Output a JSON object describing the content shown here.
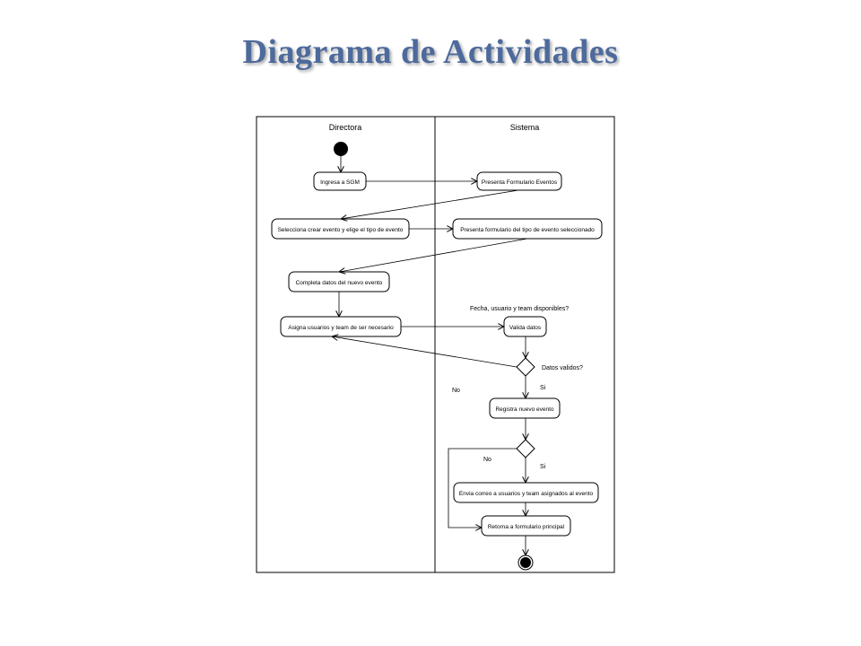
{
  "slide": {
    "title": "Diagrama de Actividades"
  },
  "lanes": {
    "left": "Directora",
    "right": "Sistema"
  },
  "nodes": {
    "ingresa": "Ingresa a SGM",
    "presenta_form": "Presenta Formulario Eventos",
    "selecciona": "Selecciona crear evento y elige el tipo de evento",
    "presenta_tipo": "Presenta formulario del tipo de evento seleccionado",
    "completa": "Completa datos del nuevo evento",
    "asigna": "Asigna usuarios y team de ser necesario",
    "valida": "Valida datos",
    "registra": "Registra nuevo evento",
    "envia": "Envia correo a usuarios y team asignados al evento",
    "retorna": "Retorna a formulario principal"
  },
  "labels": {
    "fecha": "Fecha, usuario y team disponibles?",
    "datos_validos": "Datos validos?",
    "no1": "No",
    "si1": "Si",
    "no2": "No",
    "si2": "Si"
  },
  "colors": {
    "title": "#4d6a9c",
    "stroke": "#000000"
  }
}
